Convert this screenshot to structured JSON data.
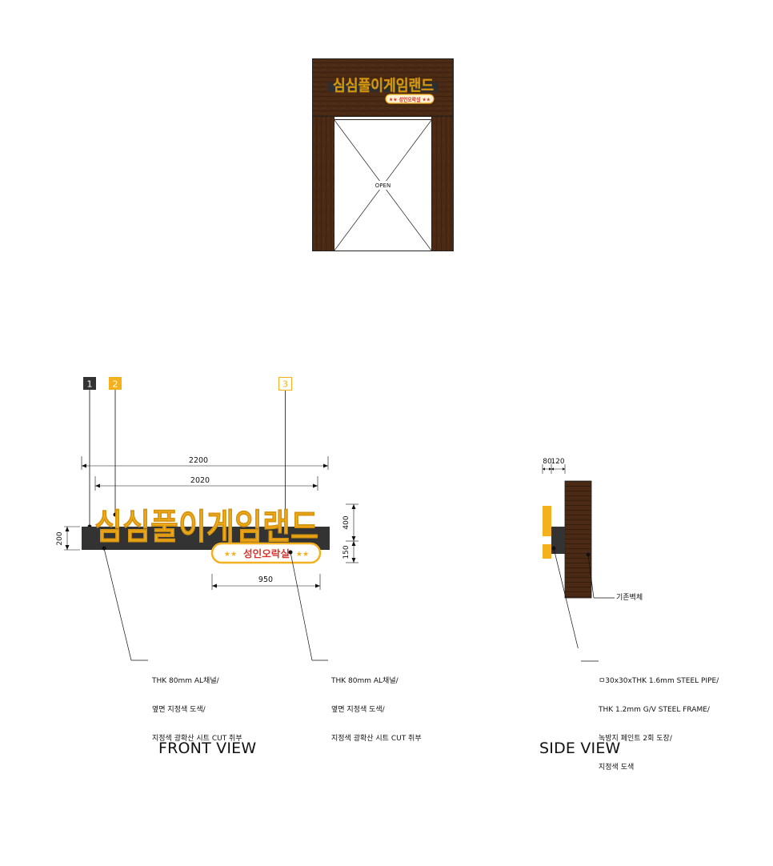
{
  "storefront": {
    "brand": "심심풀이게임랜드",
    "sub_badge": "★★ 성인오락실 ★★",
    "door_label": "OPEN"
  },
  "front_view": {
    "title": "FRONT VIEW",
    "markers": [
      "1",
      "2",
      "3"
    ],
    "brand": "심심풀이게임랜드",
    "badge_text": "성인오락실",
    "badge_stars": "★★",
    "dimensions": {
      "total_width": "2200",
      "text_width": "2020",
      "box_height": "200",
      "text_height": "400",
      "badge_height": "150",
      "badge_width": "950"
    },
    "note_left": [
      "THK 80mm AL채널/",
      "옆면 지정색 도색/",
      "지정색 광확산 시트 CUT 취부"
    ],
    "note_right": [
      "THK 80mm AL채널/",
      "옆면 지정색 도색/",
      "지정색 광확산 시트 CUT 취부"
    ]
  },
  "side_view": {
    "title": "SIDE VIEW",
    "dim_a": "80",
    "dim_b": "120",
    "wall_label": "기존벽체",
    "note": [
      "ㅁ30x30xTHK 1.6mm STEEL PIPE/",
      "THK 1.2mm G/V STEEL FRAME/",
      "녹방지 페인트 2회 도장/",
      "지정색 도색"
    ]
  },
  "colors": {
    "wood": "#4a2a14",
    "sign_yellow": "#f5b01d",
    "frame_dark": "#333333",
    "badge_red": "#d9342b"
  }
}
